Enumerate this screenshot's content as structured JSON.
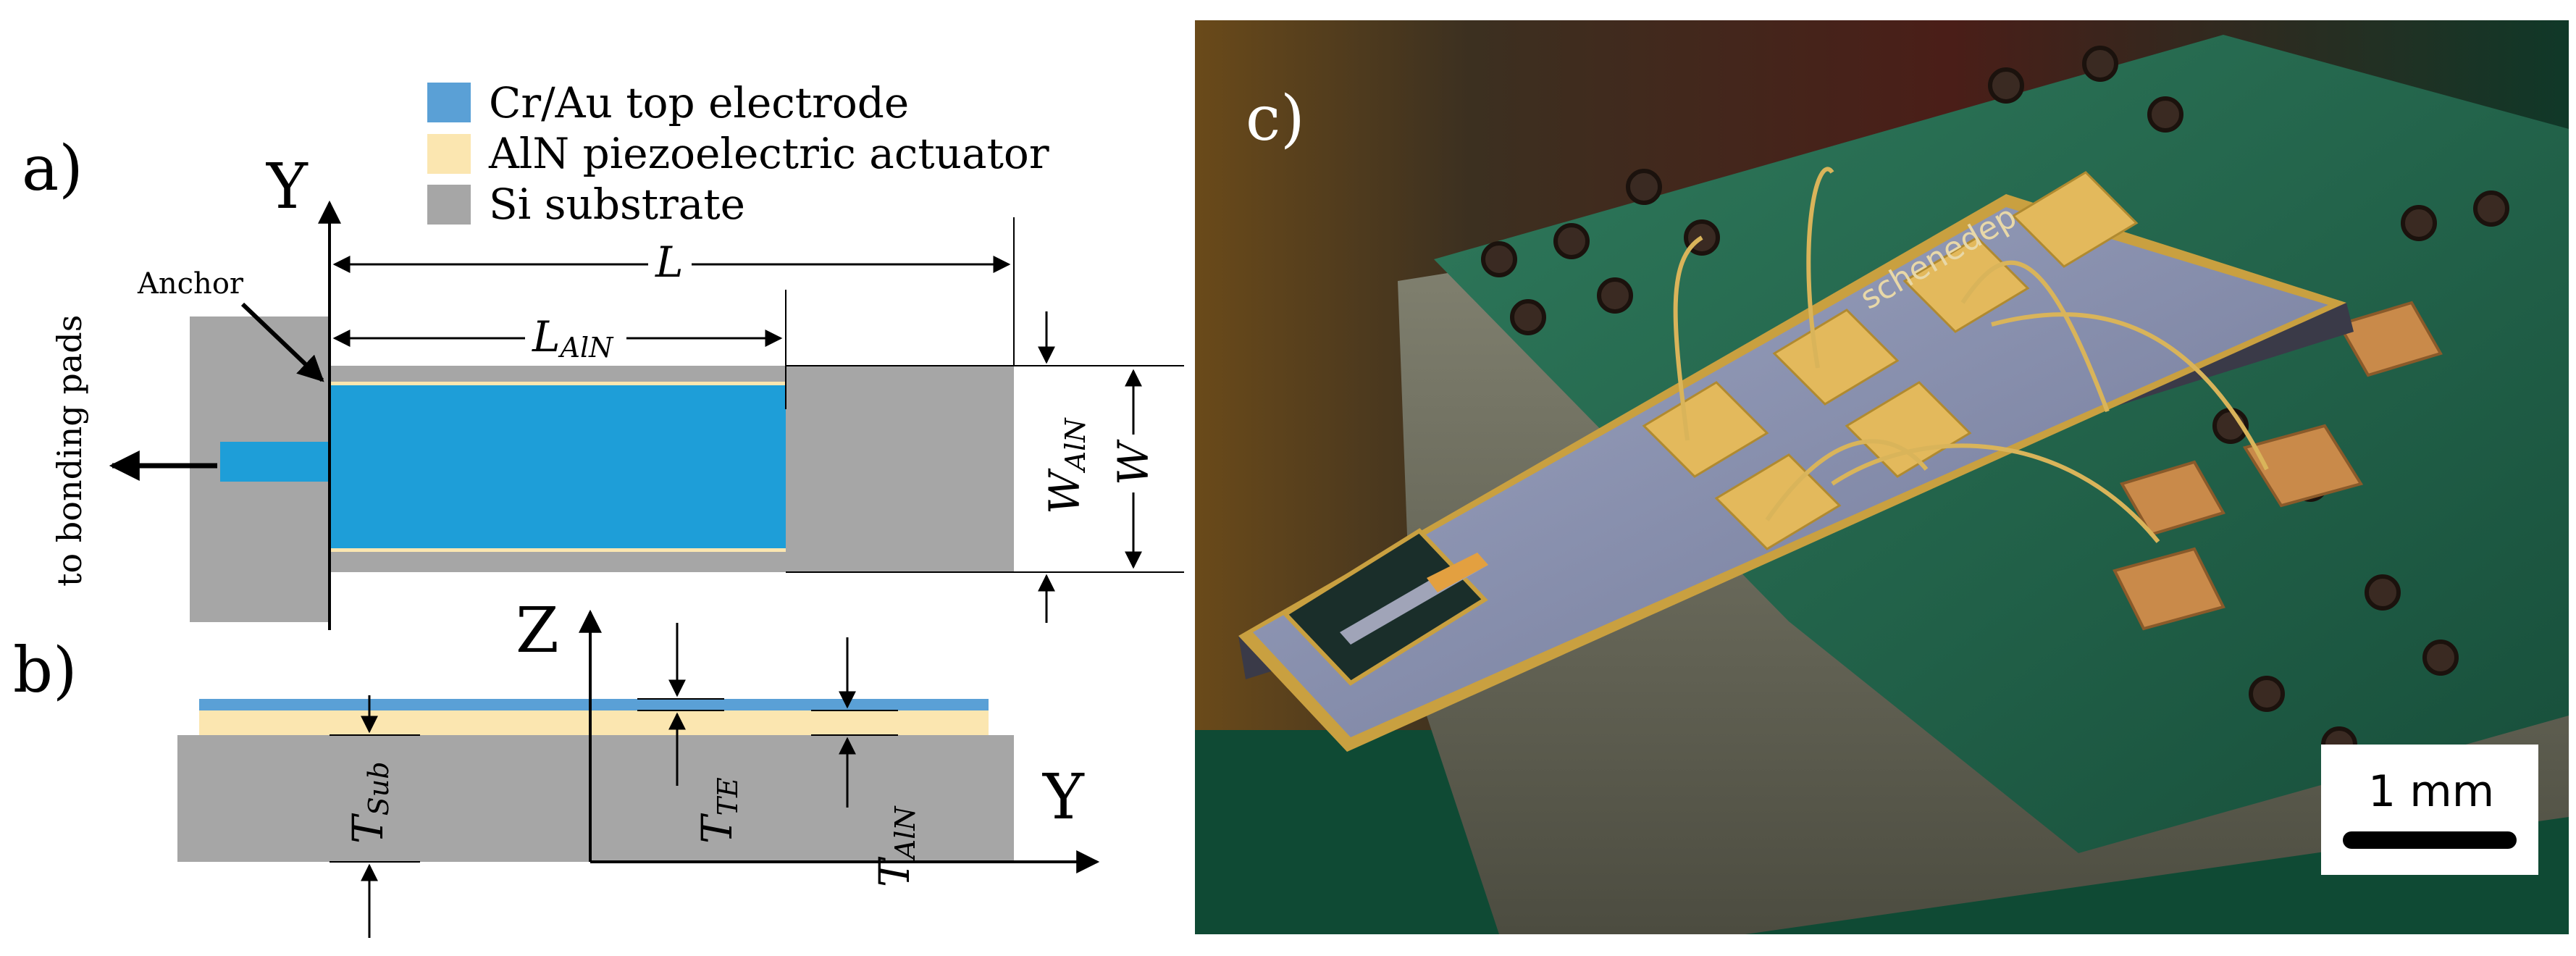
{
  "panels": {
    "a_label": "a)",
    "b_label": "b)",
    "c_label": "c)"
  },
  "legend": {
    "items": [
      {
        "label": "Cr/Au top electrode",
        "color": "#5aa0d6"
      },
      {
        "label": "AlN piezoelectric actuator",
        "color": "#fbe6b0"
      },
      {
        "label": "Si substrate",
        "color": "#a6a6a6"
      }
    ]
  },
  "top_view": {
    "axis_y": "Y",
    "anchor_label": "Anchor",
    "bonding_label": "to bonding pads",
    "dim_L": "L",
    "dim_LAlN_main": "L",
    "dim_LAlN_sub": "AlN",
    "dim_WAlN_main": "W",
    "dim_WAlN_sub": "AlN",
    "dim_W": "W"
  },
  "side_view": {
    "axis_z": "Z",
    "axis_y": "Y",
    "dim_TSub_main": "T",
    "dim_TSub_sub": "Sub",
    "dim_TTE_main": "T",
    "dim_TTE_sub": "TE",
    "dim_TAlN_main": "T",
    "dim_TAlN_sub": "AlN"
  },
  "photo": {
    "chip_text": "schenedер",
    "scale_bar_label": "1 mm"
  },
  "colors": {
    "electrode": "#1e9ed8",
    "substrate": "#a6a6a6",
    "actuator": "#fbe6b0",
    "pcb_green": "#1f6b52",
    "copper_pad": "#c98a4a",
    "gold": "#e3b95c"
  }
}
